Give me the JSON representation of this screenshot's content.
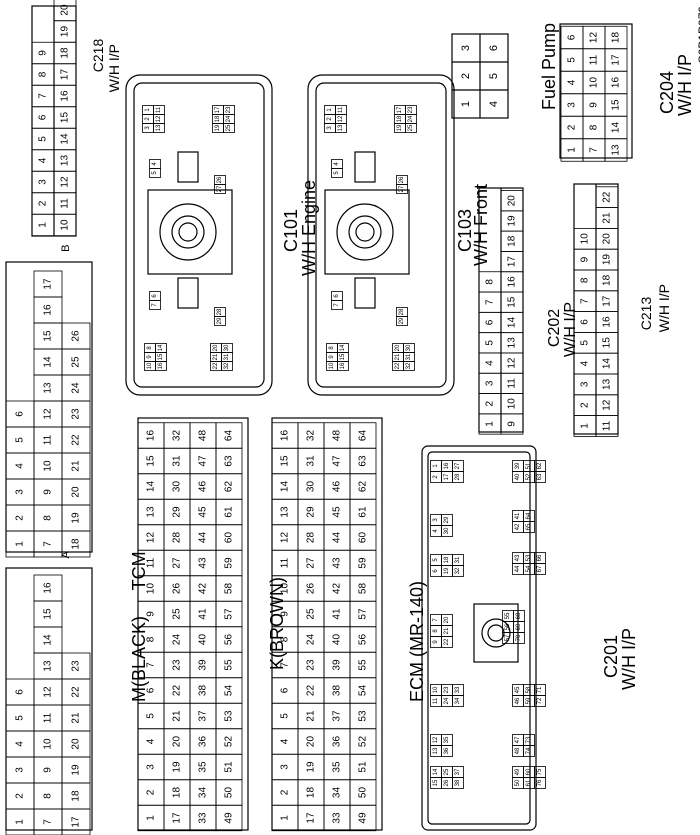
{
  "figure_id": "S6B1P079",
  "labels": {
    "c218": "C218",
    "c218_sub": "W/H I/P",
    "c101": "C101",
    "c101_sub": "W/H Engine",
    "c103": "C103",
    "c103_sub": "W/H Front",
    "fuel_pump": "Fuel Pump",
    "c204": "C204",
    "c204_sub": "W/H I/P",
    "c202": "C202",
    "c202_sub": "W/H I/P",
    "c213": "C213",
    "c213_sub": "W/H I/P",
    "tcm": "TCM",
    "m_black": "M(BLACK)",
    "k_brown": "K(BROWN)",
    "tcm_side_a": "A",
    "tcm_side_b": "B",
    "ecm": "ECM (MR-140)",
    "c201": "C201",
    "c201_sub": "W/H I/P"
  },
  "connectors": {
    "C218": [
      [
        "1",
        "2",
        "3",
        "4",
        "5",
        "6",
        "7",
        "8",
        "9"
      ],
      [
        "10",
        "11",
        "12",
        "13",
        "14",
        "15",
        "16",
        "17",
        "18",
        "19",
        "20"
      ]
    ],
    "FuelPump": [
      [
        "3",
        "6"
      ],
      [
        "2",
        "5"
      ],
      [
        "1",
        "4"
      ]
    ],
    "C204": [
      [
        "1",
        "2",
        "3",
        "4",
        "5",
        "6"
      ],
      [
        "7",
        "8",
        "9",
        "10",
        "11",
        "12"
      ],
      [
        "13",
        "14",
        "15",
        "16",
        "17",
        "18"
      ]
    ],
    "C202": [
      [
        "1",
        "2",
        "3",
        "4",
        "5",
        "6",
        "7",
        "8"
      ],
      [
        "9",
        "10",
        "11",
        "12",
        "13",
        "14",
        "15",
        "16",
        "17",
        "18",
        "19",
        "20"
      ]
    ],
    "C213": [
      [
        "1",
        "2",
        "3",
        "4",
        "5",
        "6",
        "7",
        "8",
        "9",
        "10"
      ],
      [
        "11",
        "12",
        "13",
        "14",
        "15",
        "16",
        "17",
        "18",
        "19",
        "20",
        "21",
        "22"
      ]
    ],
    "TCM_A": [
      [
        "1",
        "2",
        "3",
        "4",
        "5",
        "6"
      ],
      [
        "7",
        "8",
        "9",
        "10",
        "11",
        "12",
        "13",
        "14",
        "15",
        "16"
      ],
      [
        "17",
        "18",
        "19",
        "20",
        "21",
        "22",
        "23"
      ]
    ],
    "TCM_B": [
      [
        "1",
        "2",
        "3",
        "4",
        "5",
        "6"
      ],
      [
        "7",
        "8",
        "9",
        "10",
        "11",
        "12",
        "13",
        "14",
        "15",
        "16",
        "17"
      ],
      [
        "18",
        "19",
        "20",
        "21",
        "22",
        "23",
        "24",
        "25",
        "26"
      ]
    ],
    "M_BLACK": [
      [
        "1",
        "2",
        "3",
        "4",
        "5",
        "6",
        "7",
        "8",
        "9",
        "10",
        "11",
        "12",
        "13",
        "14",
        "15",
        "16"
      ],
      [
        "17",
        "18",
        "19",
        "20",
        "21",
        "22",
        "23",
        "24",
        "25",
        "26",
        "27",
        "28",
        "29",
        "30",
        "31",
        "32"
      ],
      [
        "33",
        "34",
        "35",
        "36",
        "37",
        "38",
        "39",
        "40",
        "41",
        "42",
        "43",
        "44",
        "45",
        "46",
        "47",
        "48"
      ],
      [
        "49",
        "50",
        "51",
        "52",
        "53",
        "54",
        "55",
        "56",
        "57",
        "58",
        "59",
        "60",
        "61",
        "62",
        "63",
        "64"
      ]
    ],
    "K_BROWN": [
      [
        "1",
        "2",
        "3",
        "4",
        "5",
        "6",
        "7",
        "8",
        "9",
        "10",
        "11",
        "12",
        "13",
        "14",
        "15",
        "16"
      ],
      [
        "17",
        "18",
        "19",
        "20",
        "21",
        "22",
        "23",
        "24",
        "25",
        "26",
        "27",
        "28",
        "29",
        "30",
        "31",
        "32"
      ],
      [
        "33",
        "34",
        "35",
        "36",
        "37",
        "38",
        "39",
        "40",
        "41",
        "42",
        "43",
        "44",
        "45",
        "46",
        "47",
        "48"
      ],
      [
        "49",
        "50",
        "51",
        "52",
        "53",
        "54",
        "55",
        "56",
        "57",
        "58",
        "59",
        "60",
        "61",
        "62",
        "63",
        "64"
      ]
    ]
  },
  "engine_blocks": [
    [
      [
        "1",
        "2",
        "3"
      ],
      [
        "11",
        "12",
        "13"
      ]
    ],
    [
      [
        "17",
        "18",
        "19"
      ],
      [
        "23",
        "24",
        "25"
      ]
    ],
    [
      [
        "4",
        "5"
      ]
    ],
    [
      [
        "26",
        "27"
      ]
    ],
    [
      [
        "6",
        "7"
      ]
    ],
    [
      [
        "28",
        "29"
      ]
    ],
    [
      [
        "8",
        "9",
        "10"
      ],
      [
        "14",
        "15",
        "16"
      ]
    ],
    [
      [
        "20",
        "21",
        "22"
      ],
      [
        "30",
        "31",
        "32"
      ]
    ]
  ],
  "ecm_groups": {
    "left_top": [
      [
        "1",
        "2"
      ],
      [
        "16",
        "17"
      ],
      [
        "27",
        "28"
      ]
    ],
    "left_mid": [
      [
        "3",
        "4"
      ],
      [
        "29",
        "30"
      ]
    ],
    "left_bot": [
      [
        "5",
        "6"
      ],
      [
        "18",
        "19"
      ],
      [
        "31",
        "32"
      ]
    ],
    "left_low1": [
      [
        "7",
        "8",
        "9"
      ],
      [
        "20",
        "21",
        "22"
      ]
    ],
    "left_low2": [
      [
        "10",
        "11"
      ],
      [
        "23",
        "24"
      ],
      [
        "33",
        "34"
      ]
    ],
    "left_low3": [
      [
        "12",
        "13"
      ],
      [
        "35",
        "36"
      ]
    ],
    "left_low4": [
      [
        "14",
        "15"
      ],
      [
        "25",
        "26"
      ],
      [
        "37",
        "38"
      ]
    ],
    "right_top": [
      [
        "39",
        "40"
      ],
      [
        "51",
        "52"
      ],
      [
        "62",
        "63"
      ]
    ],
    "right_mid": [
      [
        "41",
        "42"
      ],
      [
        "64",
        "65"
      ]
    ],
    "right_bot": [
      [
        "43",
        "44"
      ],
      [
        "53",
        "54"
      ],
      [
        "66",
        "67"
      ]
    ],
    "right_low1": [
      [
        "55",
        "56",
        "57"
      ],
      [
        "68",
        "69",
        "70"
      ]
    ],
    "right_low2": [
      [
        "45",
        "46"
      ],
      [
        "58",
        "59"
      ],
      [
        "71",
        "72"
      ]
    ],
    "right_low3": [
      [
        "47",
        "48"
      ],
      [
        "73",
        "74"
      ]
    ],
    "right_low4": [
      [
        "49",
        "50"
      ],
      [
        "60",
        "61"
      ],
      [
        "75",
        "76"
      ]
    ]
  }
}
